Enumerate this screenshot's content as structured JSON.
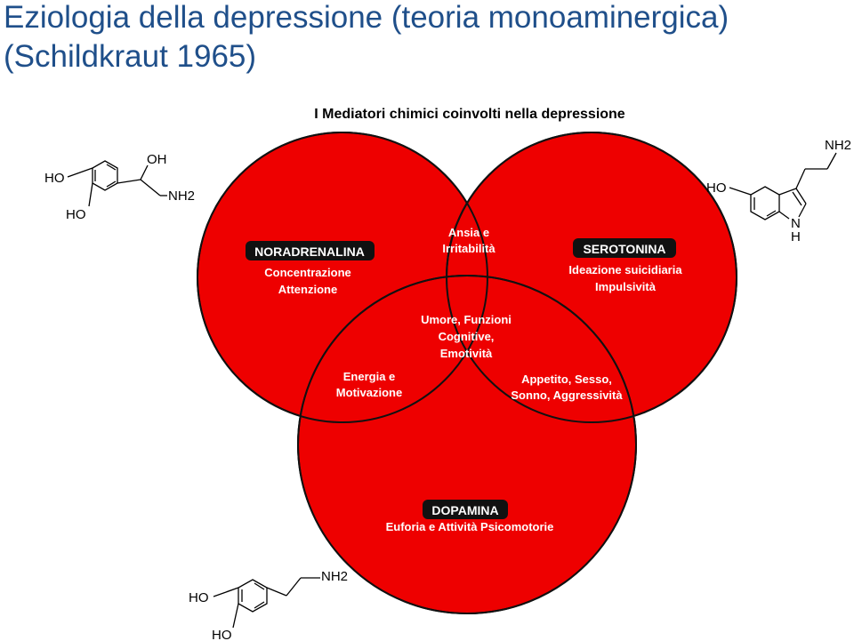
{
  "slide": {
    "title_line1": "Eziologia della depressione (teoria monoaminergica)",
    "title_line2": "(Schildkraut 1965)"
  },
  "venn": {
    "heading": "I Mediatori chimici coinvolti nella depressione",
    "circle_color": "#ee0000",
    "noradrenalina": {
      "name": "NORADRENALINA",
      "line1": "Concentrazione",
      "line2": "Attenzione"
    },
    "serotonina": {
      "name": "SEROTONINA",
      "line1": "Ideazione suicidiaria",
      "line2": "Impulsività"
    },
    "dopamina": {
      "name": "DOPAMINA",
      "line1": "Euforia e Attività Psicomotorie"
    },
    "overlap_na_5ht": {
      "line1": "Ansia e",
      "line2": "Irritabilità"
    },
    "overlap_na_da": {
      "line1": "Energia e",
      "line2": "Motivazione"
    },
    "overlap_5ht_da": {
      "line1": "Appetito, Sesso,",
      "line2": "Sonno, Aggressività"
    },
    "overlap_all": {
      "line1": "Umore, Funzioni",
      "line2": "Cognitive,",
      "line3": "Emotività"
    }
  },
  "molecules": {
    "noradrenaline": {
      "ho_top": "HO",
      "ho_bottom": "HO",
      "oh": "OH",
      "nh2": "NH2"
    },
    "serotonin": {
      "ho": "HO",
      "nh2": "NH2",
      "n": "N",
      "h": "H"
    },
    "dopamine": {
      "ho_top": "HO",
      "ho_bottom": "HO",
      "nh2": "NH2"
    }
  }
}
